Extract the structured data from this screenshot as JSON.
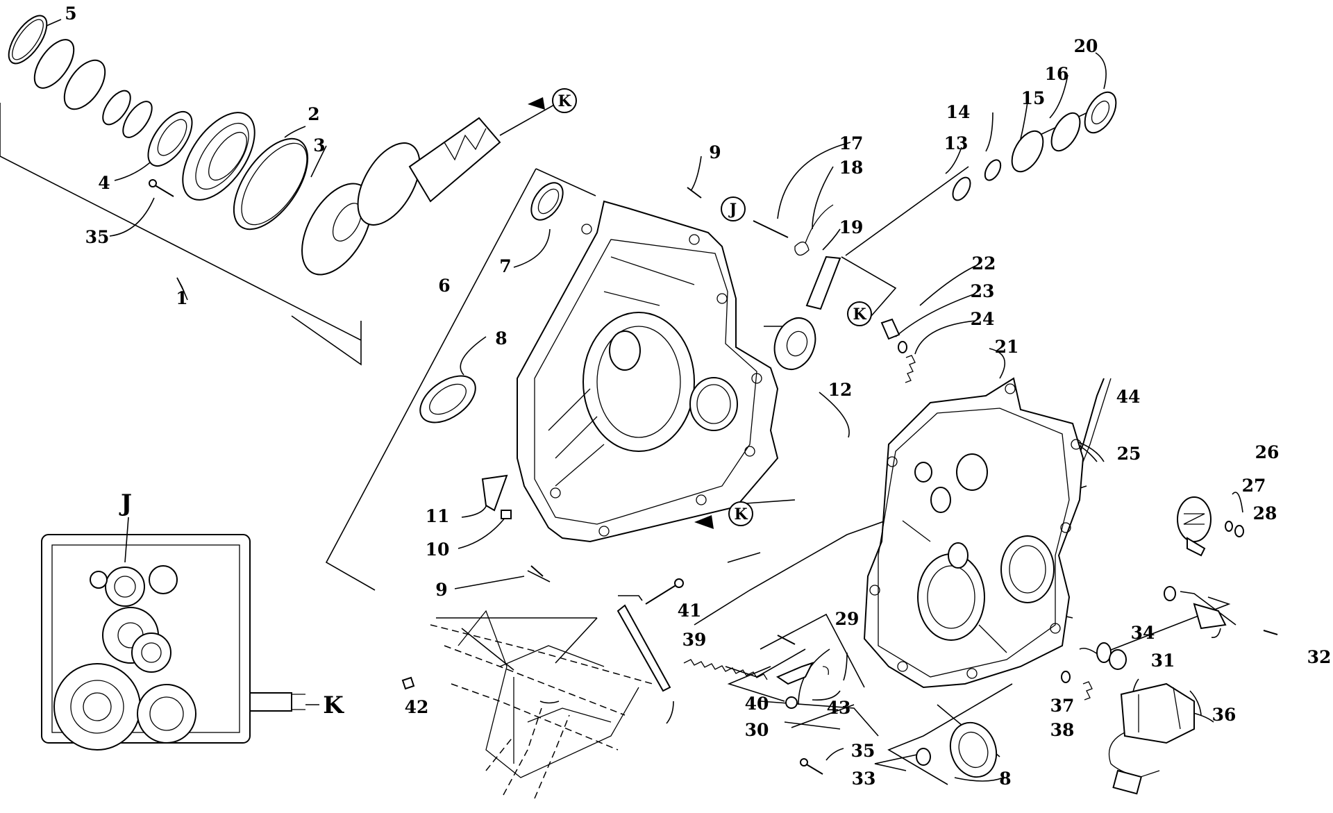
{
  "callouts": [
    "5",
    "2",
    "3",
    "4",
    "35",
    "1",
    "9",
    "7",
    "6",
    "8",
    "11",
    "10",
    "9",
    "17",
    "18",
    "19",
    "14",
    "15",
    "16",
    "20",
    "13",
    "22",
    "23",
    "24",
    "21",
    "12",
    "44",
    "25",
    "26",
    "27",
    "28",
    "29",
    "41",
    "39",
    "42",
    "40",
    "43",
    "30",
    "34",
    "31",
    "32",
    "37",
    "38",
    "36",
    "35",
    "33",
    "8"
  ],
  "markers": [
    "K",
    "J",
    "K",
    "K"
  ],
  "inset_labels": [
    "J",
    "K"
  ]
}
